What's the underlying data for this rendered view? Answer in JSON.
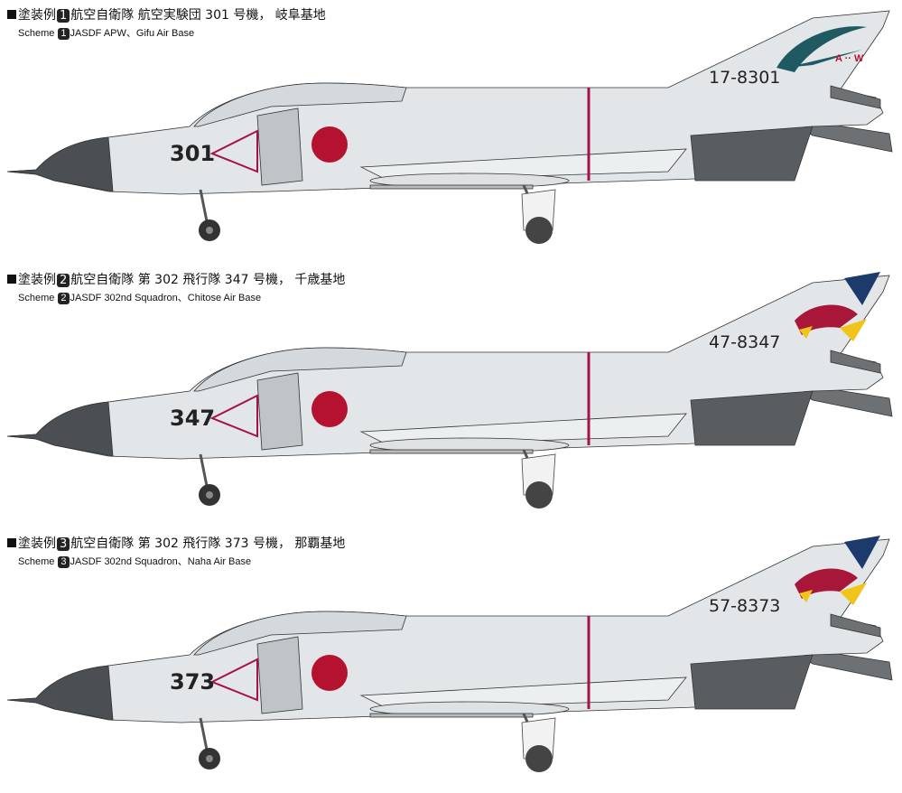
{
  "schemes": [
    {
      "number": "1",
      "title_prefix": "塗装例",
      "title_jp": "航空自衛隊  航空実験団  301 号機，  岐阜基地",
      "label_en": "Scheme",
      "title_en": "JASDF APW、Gifu Air Base",
      "modex": "301",
      "tail_number": "17-8301",
      "tail_emblem": "apw-emblem",
      "emblem_text": "A ·· W"
    },
    {
      "number": "2",
      "title_prefix": "塗装例",
      "title_jp": "航空自衛隊  第 302 飛行隊    347 号機，  千歳基地",
      "label_en": "Scheme",
      "title_en": "JASDF 302nd Squadron、Chitose Air Base",
      "modex": "347",
      "tail_number": "47-8347",
      "tail_emblem": "eagle-emblem"
    },
    {
      "number": "3",
      "title_prefix": "塗装例",
      "title_jp": "航空自衛隊  第 302 飛行隊    373 号機，  那覇基地",
      "label_en": "Scheme",
      "title_en": "JASDF 302nd Squadron、Naha Air Base",
      "modex": "373",
      "tail_number": "57-8373",
      "tail_emblem": "eagle-emblem"
    }
  ],
  "colors": {
    "body": "#e3e6e8",
    "dark_grey": "#4b4e52",
    "mid_grey": "#6e7174",
    "hinomaru": "#b5122f",
    "stripe": "#a3124a",
    "teal": "#1f5a63",
    "eagle_red": "#a8173a",
    "eagle_yellow": "#f0c419",
    "navy": "#1c3a6b"
  }
}
